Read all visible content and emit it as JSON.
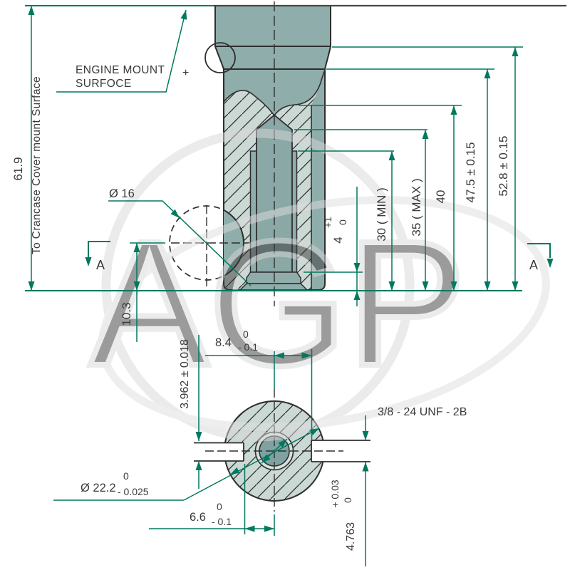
{
  "drawing": {
    "watermark": "AGP",
    "annotations": {
      "engine_mount_line1": "ENGINE MOUNT",
      "engine_mount_line2": "SURFOCE",
      "plus_marker": "+",
      "crankcase_label": "To Crancase Cover mount Surface",
      "section_a_left": "A",
      "section_a_right": "A",
      "thread_spec": "3/8 - 24 UNF - 2B"
    },
    "main_view": {
      "overall_height": "61.9",
      "hole_diameter": "Ø 16",
      "hole_center_height": "10.3",
      "counterbore_depth": {
        "value": "4",
        "tol_top": "+1",
        "tol_bottom": "0"
      },
      "thread_depth_min": "30 ( MIN )",
      "drill_depth_max": "35 ( MAX )",
      "bore_depth": "40",
      "neck_height": "47.5 ± 0.15",
      "collar_height": "52.8 ± 0.15"
    },
    "end_view": {
      "keyway_offset": {
        "value": "8.4",
        "tol_top": "0",
        "tol_bottom": "- 0.1"
      },
      "keyway_width_left": "3.962 ± 0.018",
      "shaft_diameter": {
        "value": "Ø 22.2",
        "tol_top": "0",
        "tol_bottom": "- 0.025"
      },
      "keyway_depth": {
        "value": "6.6",
        "tol_top": "0",
        "tol_bottom": "- 0.1"
      },
      "keyway_width_right": {
        "value": "4.763",
        "tol_top": "+ 0.03",
        "tol_bottom": "0"
      }
    },
    "colors": {
      "dimension_green": "#00795e",
      "part_fill": "#8fadaa",
      "section_fill": "#cbd9d5",
      "bore_fill": "#7fa2a1",
      "watermark_gray": "#d8d8d8"
    }
  }
}
